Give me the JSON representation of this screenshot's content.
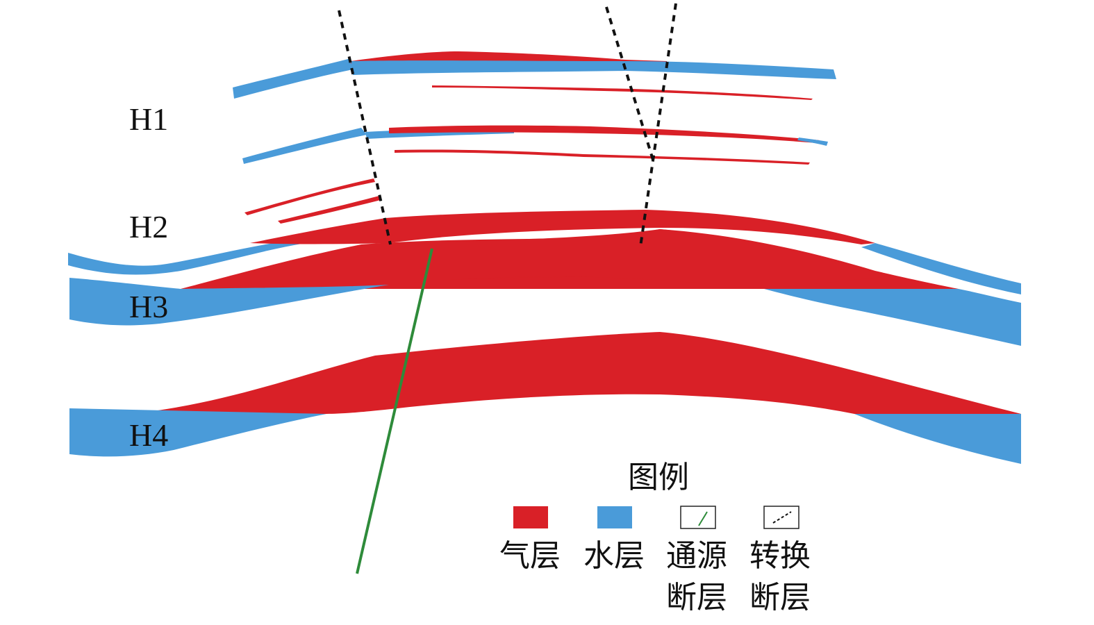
{
  "horizons": [
    {
      "label": "H1"
    },
    {
      "label": "H2"
    },
    {
      "label": "H3"
    },
    {
      "label": "H4"
    }
  ],
  "legend": {
    "title": "图例",
    "items": [
      {
        "kind": "gas",
        "line1": "气层",
        "line2": ""
      },
      {
        "kind": "water",
        "line1": "水层",
        "line2": ""
      },
      {
        "kind": "source-fault",
        "line1": "通源",
        "line2": "断层"
      },
      {
        "kind": "transfer-fault",
        "line1": "转换",
        "line2": "断层"
      }
    ]
  },
  "colors": {
    "gas": "#d92027",
    "water": "#4a9bd9",
    "source_fault": "#2e8b3a",
    "transfer_fault": "#111111"
  }
}
